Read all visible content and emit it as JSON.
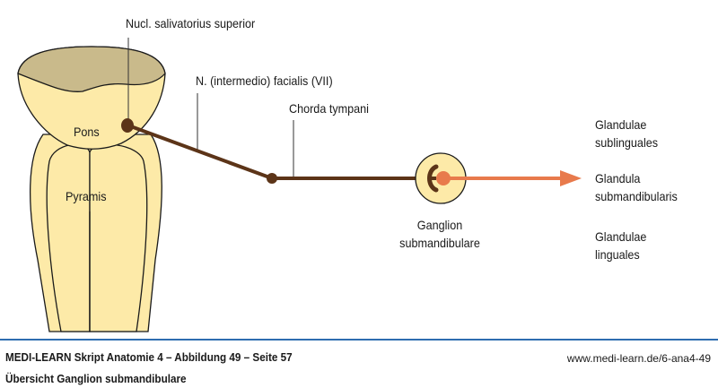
{
  "labels": {
    "nucleus": "Nucl. salivatorius superior",
    "nerve": "N. (intermedio) facialis (VII)",
    "chorda": "Chorda tympani",
    "pons": "Pons",
    "pyramis": "Pyramis",
    "ganglion_line1": "Ganglion",
    "ganglion_line2": "submandibulare",
    "targets": [
      {
        "line1": "Glandulae",
        "line2": "sublinguales"
      },
      {
        "line1": "Glandula",
        "line2": "submandibularis"
      },
      {
        "line1": "Glandulae",
        "line2": "linguales"
      }
    ]
  },
  "footer": {
    "title": "MEDI-LEARN Skript Anatomie 4 – Abbildung 49 – Seite 57",
    "subtitle": "Übersicht Ganglion submandibulare",
    "url": "www.medi-learn.de/6-ana4-49"
  },
  "colors": {
    "tissue": "#fdeaa8",
    "cut_surface": "#c9ba8b",
    "preganglionic": "#5c3418",
    "postganglionic": "#e87a4c",
    "footer_rule": "#2e6db0"
  }
}
